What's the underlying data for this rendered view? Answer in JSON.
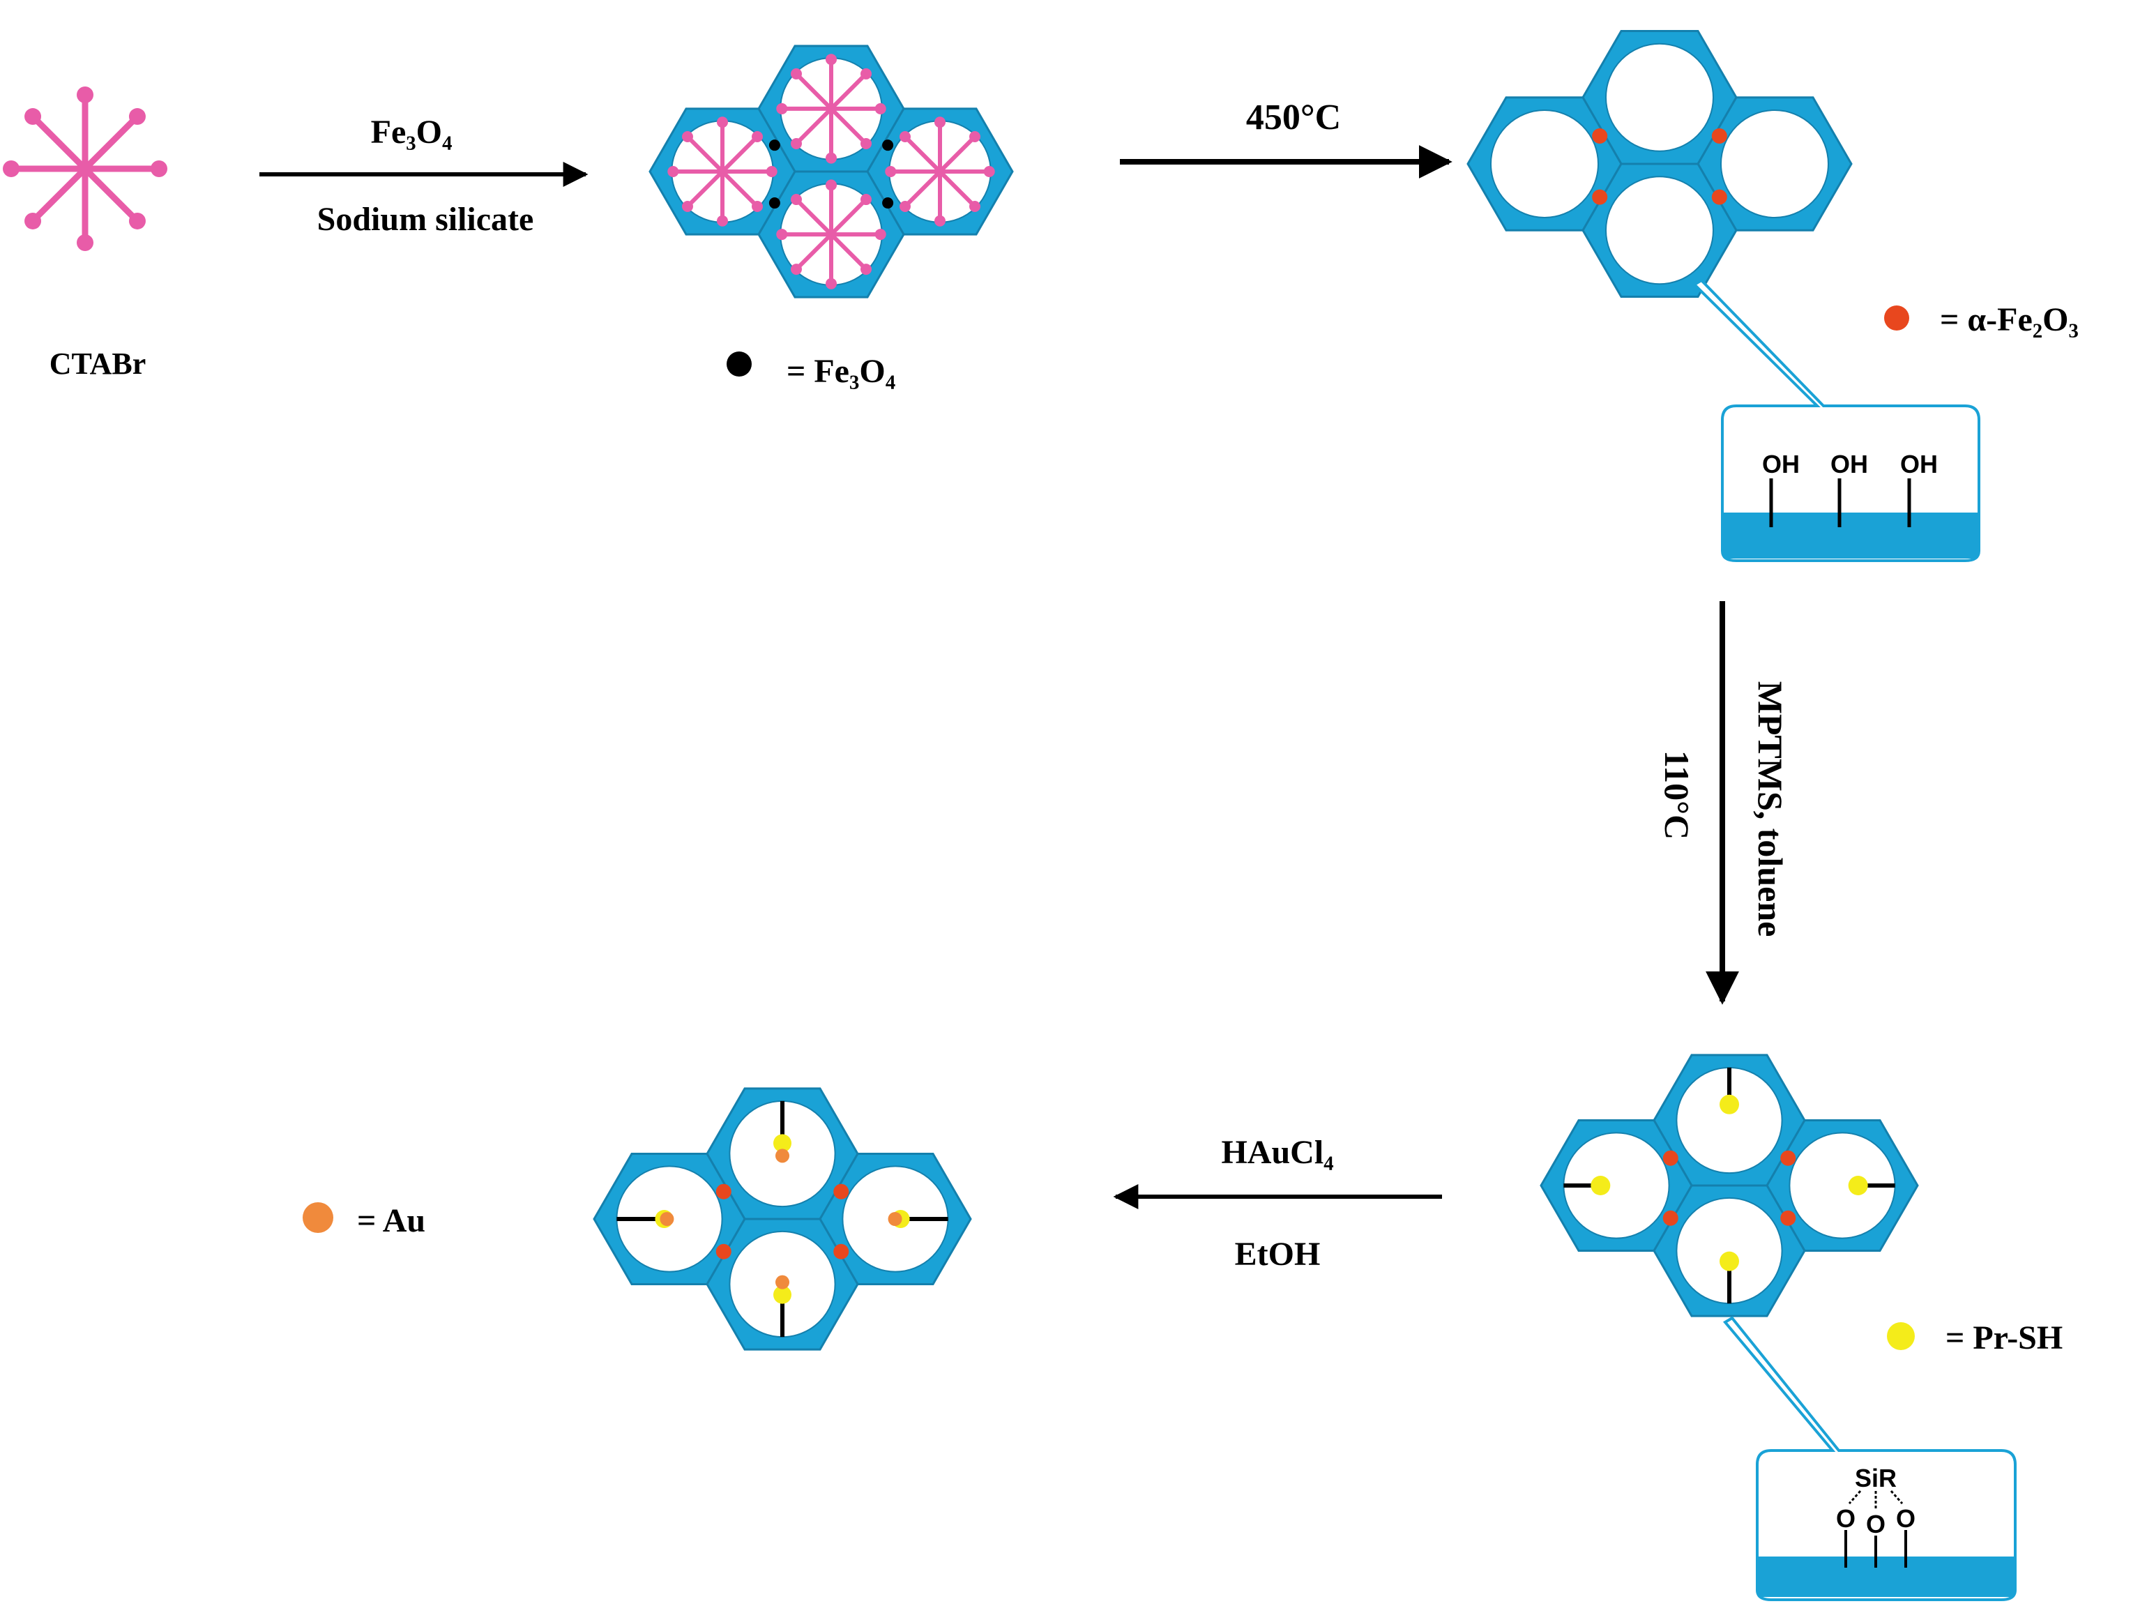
{
  "colors": {
    "silica": "#1aa2d6",
    "silica_edge": "#1480ad",
    "template": "#e85ca8",
    "fe3o4": "#000000",
    "fe2o3": "#e8471e",
    "prsh": "#f4ec1a",
    "au": "#f08a3c",
    "background": "#ffffff"
  },
  "labels": {
    "ctabr": "CTABr",
    "fe3o4_legend": "= Fe₃O₄",
    "fe2o3_legend": "= α-Fe₂O₃",
    "prsh_legend": "= Pr-SH",
    "au_legend": "= Au"
  },
  "steps": {
    "step1_top": "Fe₃O₄",
    "step1_bottom": "Sodium silicate",
    "step2": "450°C",
    "step3_reagents": "MPTMS, toluene",
    "step3_temp": "110°C",
    "step4_top": "HAuCl₄",
    "step4_bottom": "EtOH"
  },
  "surface": {
    "oh_label": "OH",
    "sir_label": "SiR",
    "o_label": "O"
  }
}
